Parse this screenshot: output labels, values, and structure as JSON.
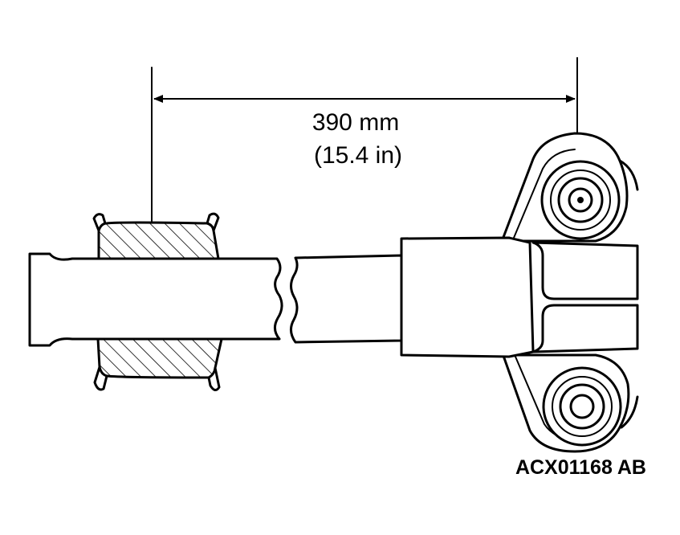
{
  "diagram": {
    "dimension": {
      "metric": "390 mm",
      "imperial": "(15.4 in)"
    },
    "figure_id": "ACX01168 AB"
  }
}
